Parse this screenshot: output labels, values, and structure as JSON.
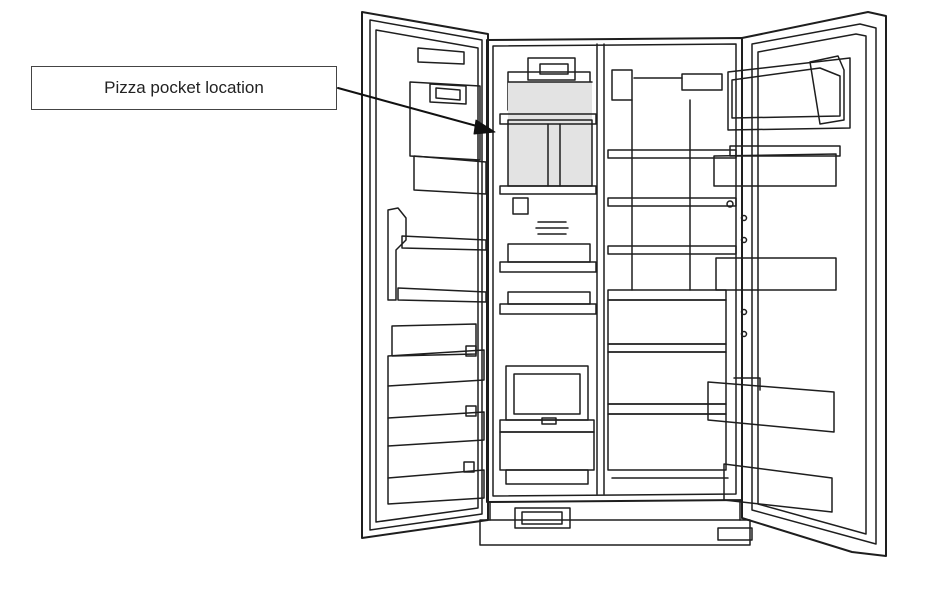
{
  "callout": {
    "label": "Pizza pocket location"
  },
  "colors": {
    "line": "#1e1e1e",
    "highlight": "#e3e3e3",
    "background": "#ffffff"
  },
  "figure": {
    "subject": "side-by-side refrigerator with both doors open",
    "highlighted_part": "pizza pocket"
  }
}
